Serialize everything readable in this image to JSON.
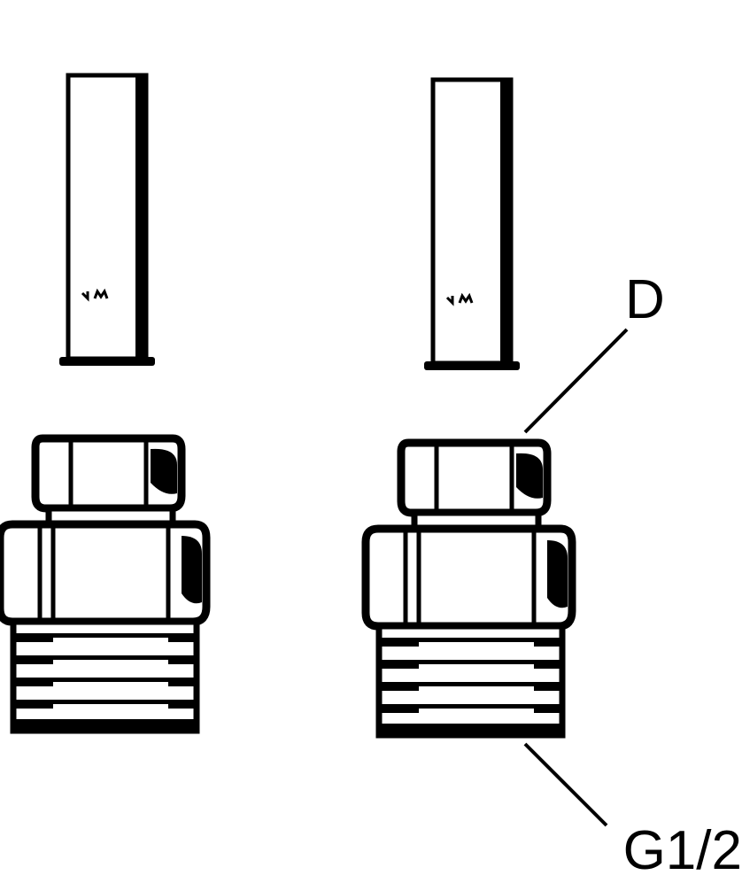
{
  "diagram": {
    "labels": {
      "diameter": "D",
      "thread": "G1/2"
    },
    "tube_marking": "MM",
    "colors": {
      "ink": "#000000",
      "background": "#ffffff"
    }
  }
}
